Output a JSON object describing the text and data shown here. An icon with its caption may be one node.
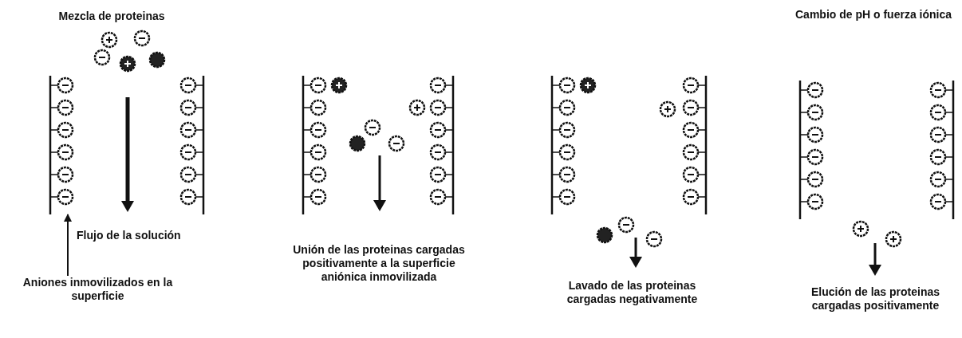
{
  "diagram": {
    "nodes": [
      {
        "text": [],
        "shape": "bar"
      },
      {
        "text": [
          "Aniones inmovilizados en la superficie"
        ]
      }
    ],
    "edges": [
      {
        "from": 1,
        "to": 0,
        "arrow": "to"
      }
    ],
    "labels": [
      "Mezcla de proteinas",
      "Cambio de pH o fuerza iónica",
      "Flujo de la solución",
      "Unión de las proteinas cargadas positivamente a la superficie aniónica inmovilizada",
      "Lavado de las proteinas cargadas negativamente",
      "Elución de las proteinas cargadas positivamente"
    ]
  }
}
